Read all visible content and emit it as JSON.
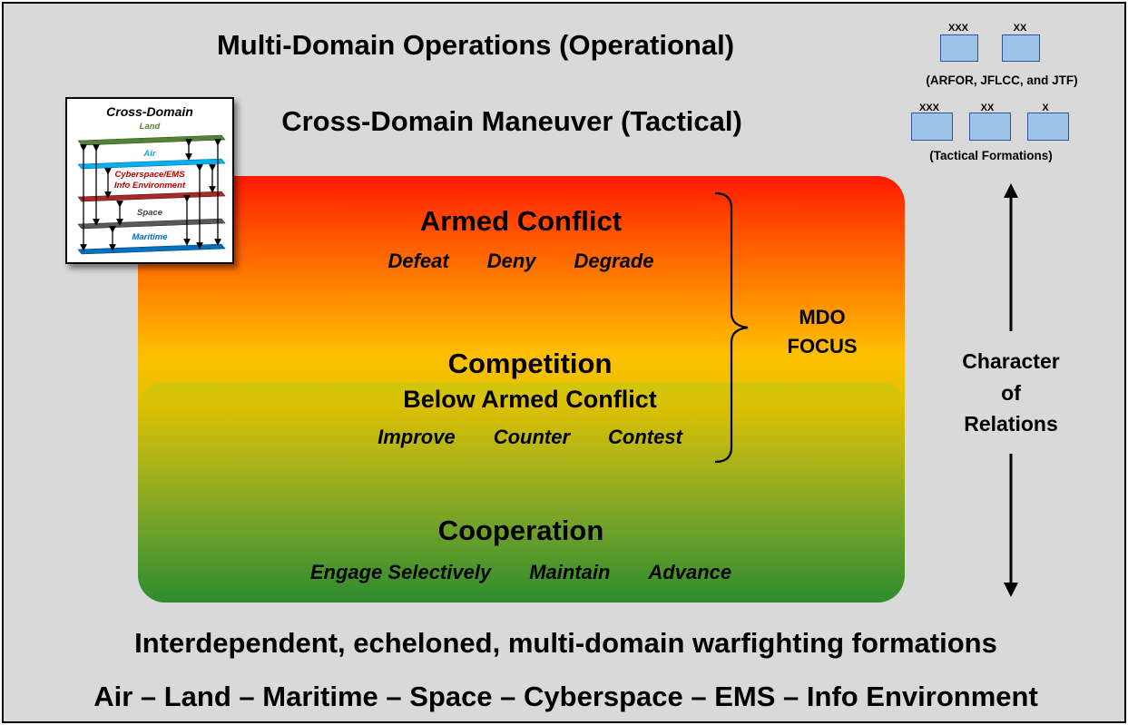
{
  "header": {
    "operational_title": "Multi-Domain Operations (Operational)",
    "tactical_title": "Cross-Domain Maneuver (Tactical)"
  },
  "operational_units": {
    "units": [
      "XXX",
      "XX"
    ],
    "caption": "(ARFOR, JFLCC, and JTF)"
  },
  "tactical_units": {
    "units": [
      "XXX",
      "XX",
      "X"
    ],
    "caption": "(Tactical Formations)"
  },
  "inset": {
    "title": "Cross-Domain",
    "domains": [
      {
        "label": "Land",
        "color": "#548235"
      },
      {
        "label": "Air",
        "color": "#00b0f0"
      },
      {
        "label": "Cyberspace/EMS",
        "color": "#c00000"
      },
      {
        "label": "Info Environment",
        "color": "#c00000"
      },
      {
        "label": "Space",
        "color": "#404040"
      },
      {
        "label": "Maritime",
        "color": "#0070c0"
      }
    ]
  },
  "zones": {
    "armed_conflict": {
      "title": "Armed Conflict",
      "verbs": [
        "Defeat",
        "Deny",
        "Degrade"
      ]
    },
    "competition": {
      "title": "Competition",
      "subtitle": "Below Armed Conflict",
      "verbs": [
        "Improve",
        "Counter",
        "Contest"
      ]
    },
    "cooperation": {
      "title": "Cooperation",
      "verbs": [
        "Engage Selectively",
        "Maintain",
        "Advance"
      ]
    }
  },
  "mdo_focus": {
    "line1": "MDO",
    "line2": "FOCUS"
  },
  "character_of_relations": {
    "line1": "Character",
    "line2": "of",
    "line3": "Relations"
  },
  "footer": {
    "line1": "Interdependent, echeloned, multi-domain warfighting formations",
    "line2": "Air – Land – Maritime – Space – Cyberspace – EMS – Info Environment"
  },
  "colors": {
    "background": "#d9d9d9",
    "unit_fill": "#9dc3e6",
    "unit_border": "#2f5597",
    "gradient_top": "#ff1a00",
    "gradient_mid": "#ffc000",
    "gradient_bottom": "#2e8c2e"
  }
}
